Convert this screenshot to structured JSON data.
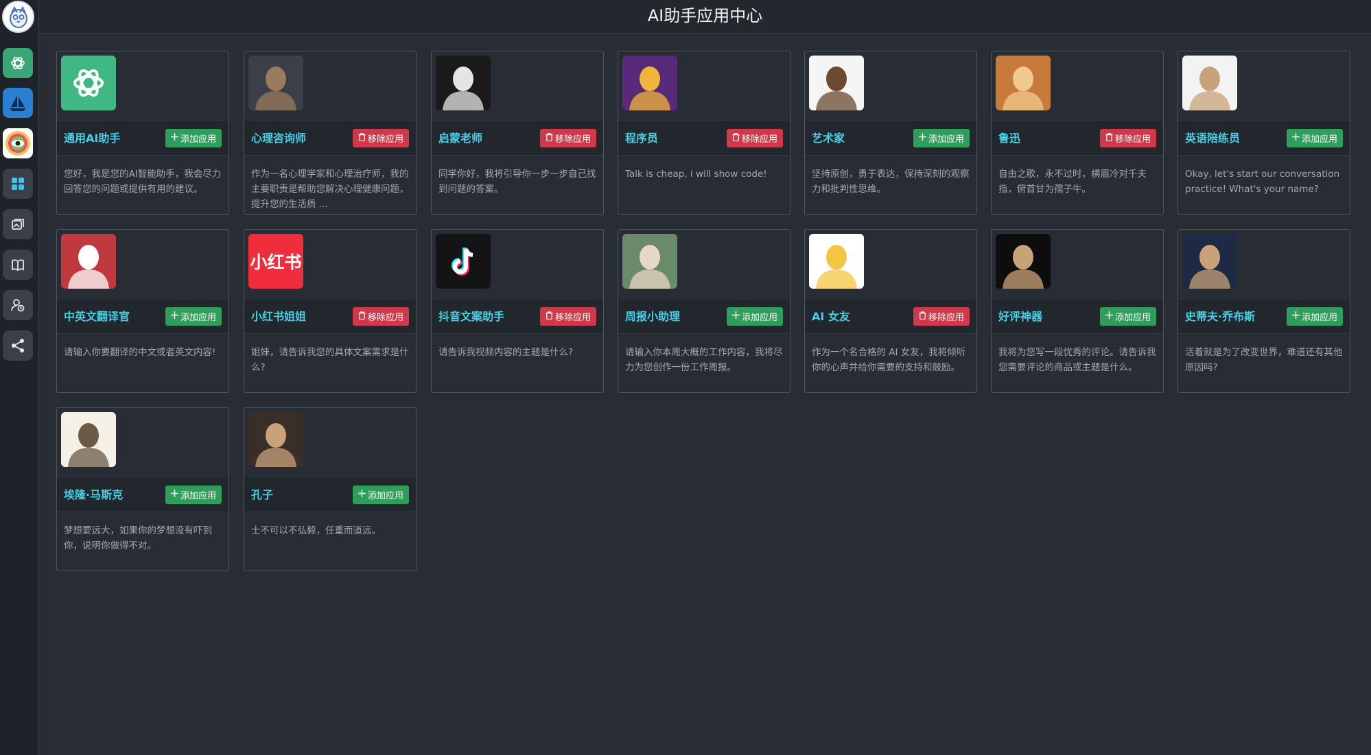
{
  "header": {
    "title": "AI助手应用中心"
  },
  "sidebar": {
    "items": [
      {
        "icon": "chatgpt-icon",
        "color": "#3aa675"
      },
      {
        "icon": "sailboat-icon",
        "color": "#2b7fd1"
      },
      {
        "icon": "eye-icon",
        "color": "#e84c8a"
      },
      {
        "icon": "grid-icon",
        "color": "#3a3f4a"
      },
      {
        "icon": "gallery-icon",
        "color": "#3a3f4a"
      },
      {
        "icon": "book-icon",
        "color": "#3a3f4a"
      },
      {
        "icon": "user-settings-icon",
        "color": "#3a3f4a"
      },
      {
        "icon": "share-icon",
        "color": "#3a3f4a"
      }
    ]
  },
  "labels": {
    "add": "添加应用",
    "remove": "移除应用"
  },
  "apps": [
    {
      "name": "通用AI助手",
      "action": "add",
      "desc": "您好，我是您的AI智能助手，我会尽力回答您的问题或提供有用的建议。",
      "avatar": "openai-logo"
    },
    {
      "name": "心理咨询师",
      "action": "remove",
      "desc": "作为一名心理学家和心理治疗师，我的主要职责是帮助您解决心理健康问题，提升您的生活质 ...",
      "avatar": "portrait"
    },
    {
      "name": "启蒙老师",
      "action": "remove",
      "desc": "同学你好，我将引导你一步一步自己找到问题的答案。",
      "avatar": "portrait"
    },
    {
      "name": "程序员",
      "action": "remove",
      "desc": "Talk is cheap, i will show code!",
      "avatar": "portrait"
    },
    {
      "name": "艺术家",
      "action": "add",
      "desc": "坚持原创，勇于表达，保持深刻的观察力和批判性思维。",
      "avatar": "portrait"
    },
    {
      "name": "鲁迅",
      "action": "remove",
      "desc": "自由之歌，永不过时，横眉冷对千夫指，俯首甘为孺子牛。",
      "avatar": "portrait"
    },
    {
      "name": "英语陪练员",
      "action": "add",
      "desc": "Okay, let's start our conversation practice! What's your name?",
      "avatar": "portrait"
    },
    {
      "name": "中英文翻译官",
      "action": "add",
      "desc": "请输入你要翻译的中文或者英文内容!",
      "avatar": "portrait"
    },
    {
      "name": "小红书姐姐",
      "action": "remove",
      "desc": "姐妹，请告诉我您的具体文案需求是什么?",
      "avatar": "xiaohongshu-logo",
      "logo_text": "小红书"
    },
    {
      "name": "抖音文案助手",
      "action": "remove",
      "desc": "请告诉我视频内容的主题是什么?",
      "avatar": "tiktok-logo"
    },
    {
      "name": "周报小助理",
      "action": "add",
      "desc": "请输入你本周大概的工作内容，我将尽力为您创作一份工作周报。",
      "avatar": "portrait"
    },
    {
      "name": "AI 女友",
      "action": "remove",
      "desc": "作为一个名合格的 AI 女友，我将倾听你的心声并给你需要的支持和鼓励。",
      "avatar": "portrait"
    },
    {
      "name": "好评神器",
      "action": "add",
      "desc": "我将为您写一段优秀的评论。请告诉我您需要评论的商品或主题是什么。",
      "avatar": "cartoon"
    },
    {
      "name": "史蒂夫·乔布斯",
      "action": "add",
      "desc": "活着就是为了改变世界，难道还有其他原因吗?",
      "avatar": "portrait"
    },
    {
      "name": "埃隆·马斯克",
      "action": "add",
      "desc": "梦想要远大，如果你的梦想没有吓到你，说明你做得不对。",
      "avatar": "portrait"
    },
    {
      "name": "孔子",
      "action": "add",
      "desc": "士不可以不弘毅，任重而道远。",
      "avatar": "portrait"
    }
  ]
}
